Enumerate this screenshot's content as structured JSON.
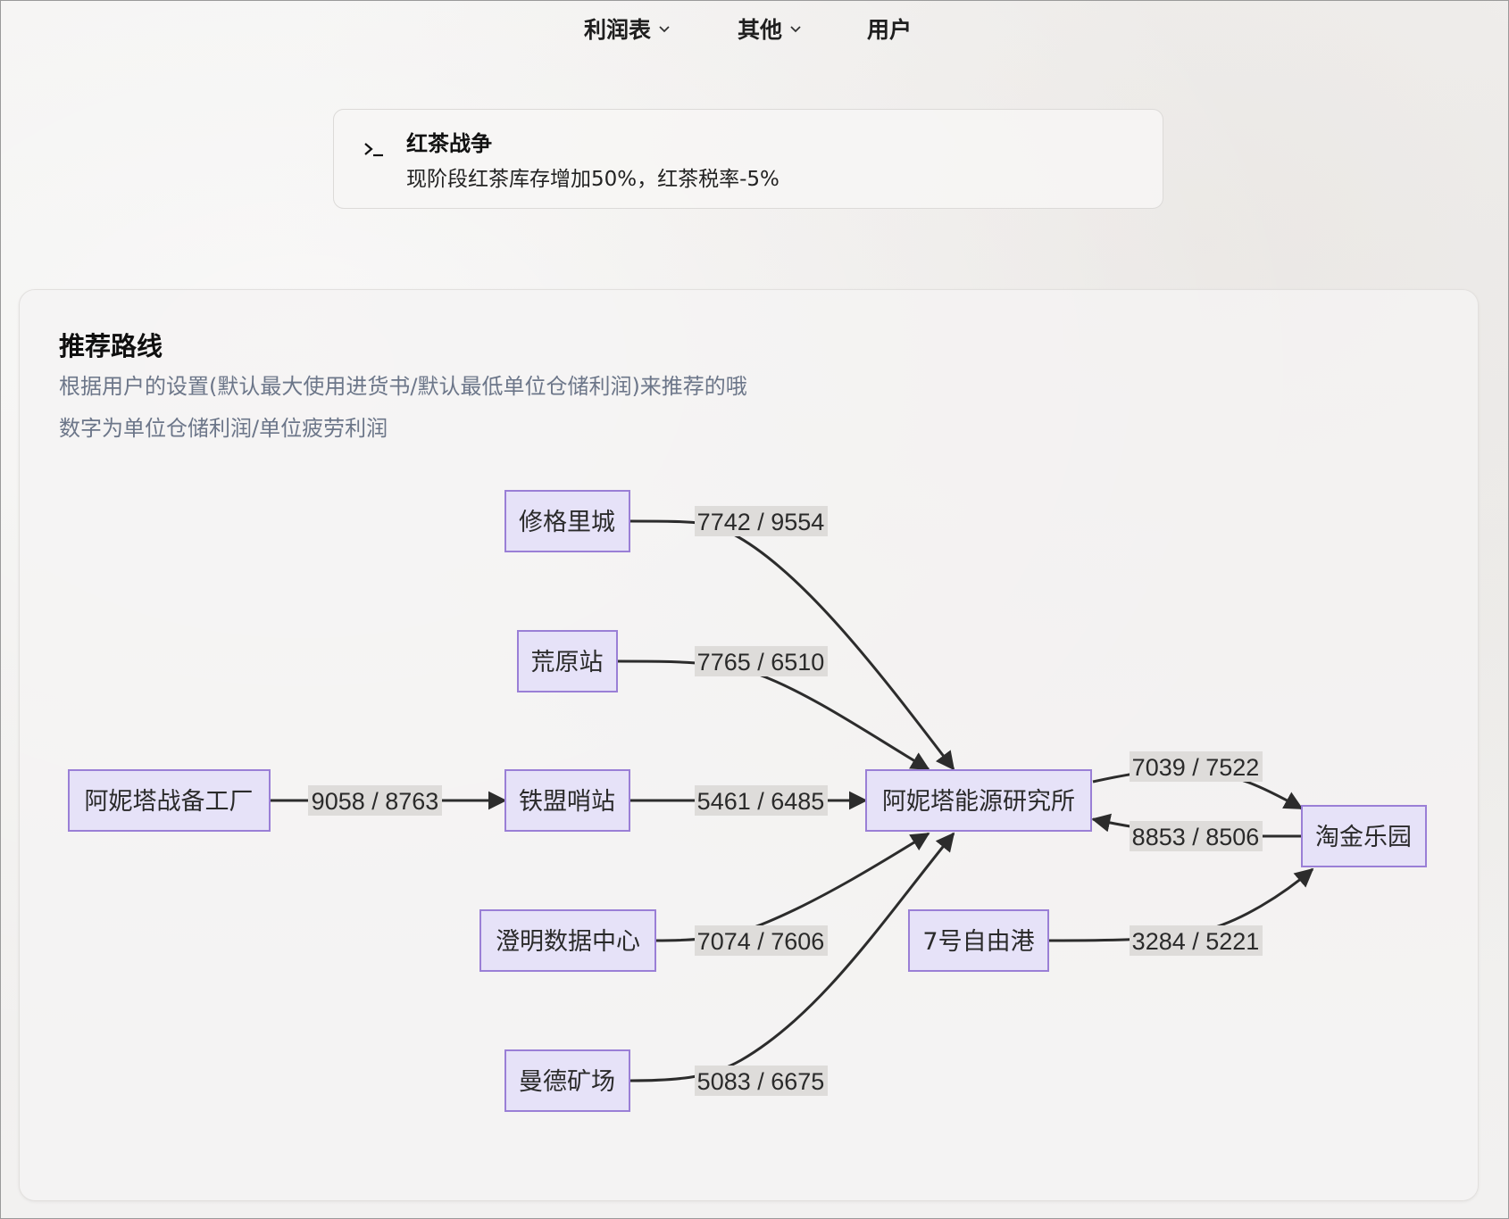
{
  "nav": {
    "items": [
      {
        "label": "利润表",
        "has_dropdown": true
      },
      {
        "label": "其他",
        "has_dropdown": true
      },
      {
        "label": "用户",
        "has_dropdown": false
      }
    ]
  },
  "event": {
    "icon": "terminal-icon",
    "title": "红茶战争",
    "description": "现阶段红茶库存增加50%，红茶税率-5%"
  },
  "route": {
    "title": "推荐路线",
    "subtitle_1": "根据用户的设置(默认最大使用进货书/默认最低单位仓储利润)来推荐的哦",
    "subtitle_2": "数字为单位仓储利润/单位疲劳利润"
  },
  "diagram": {
    "nodes": [
      {
        "id": "xiugeli",
        "label": "修格里城"
      },
      {
        "id": "huangyuan",
        "label": "荒原站"
      },
      {
        "id": "anita_factory",
        "label": "阿妮塔战备工厂"
      },
      {
        "id": "tiemeng",
        "label": "铁盟哨站"
      },
      {
        "id": "chengming",
        "label": "澄明数据中心"
      },
      {
        "id": "mande",
        "label": "曼德矿场"
      },
      {
        "id": "anita_lab",
        "label": "阿妮塔能源研究所"
      },
      {
        "id": "port7",
        "label": "7号自由港"
      },
      {
        "id": "taojin",
        "label": "淘金乐园"
      }
    ],
    "edges": [
      {
        "from": "xiugeli",
        "to": "anita_lab",
        "label": "7742 / 9554"
      },
      {
        "from": "huangyuan",
        "to": "anita_lab",
        "label": "7765 / 6510"
      },
      {
        "from": "anita_factory",
        "to": "tiemeng",
        "label": "9058 / 8763"
      },
      {
        "from": "tiemeng",
        "to": "anita_lab",
        "label": "5461 / 6485"
      },
      {
        "from": "chengming",
        "to": "anita_lab",
        "label": "7074 / 7606"
      },
      {
        "from": "mande",
        "to": "anita_lab",
        "label": "5083 / 6675"
      },
      {
        "from": "anita_lab",
        "to": "taojin",
        "label": "7039 / 7522"
      },
      {
        "from": "taojin",
        "to": "anita_lab",
        "label": "8853 / 8506"
      },
      {
        "from": "port7",
        "to": "taojin",
        "label": "3284 / 5221"
      }
    ]
  }
}
